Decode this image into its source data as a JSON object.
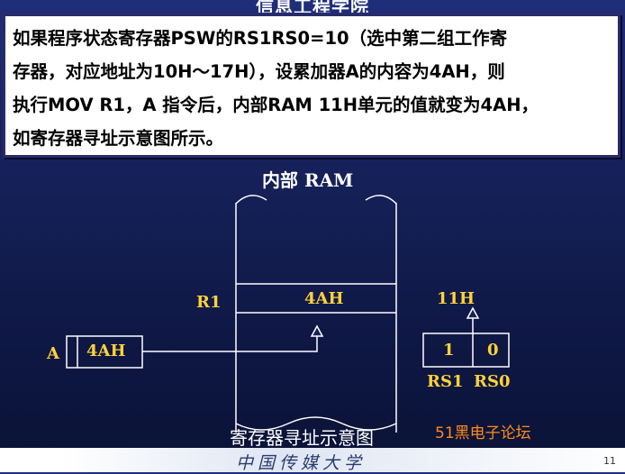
{
  "header": {
    "brand": "信息工程学院"
  },
  "description": {
    "lines": [
      "如果程序状态寄存器PSW的RS1RS0=10（选中第二组工作寄",
      "存器，对应地址为10H～17H），设累加器A的内容为4AH，则",
      "执行MOV  R1，A 指令后，内部RAM 11H单元的值就变为4AH，",
      "如寄存器寻址示意图所示。"
    ]
  },
  "diagram": {
    "ram_label": "内部 RAM",
    "r1_label": "R1",
    "r1_cell_value": "4AH",
    "a_label": "A",
    "a_value": "4AH",
    "address_label": "11H",
    "rs1_bit": "1",
    "rs0_bit": "0",
    "rs1_label": "RS1",
    "rs0_label": "RS0",
    "caption": "寄存器寻址示意图"
  },
  "watermark": "51黑电子论坛",
  "footer": {
    "logo": "中国传媒大学",
    "page_number": "11"
  }
}
